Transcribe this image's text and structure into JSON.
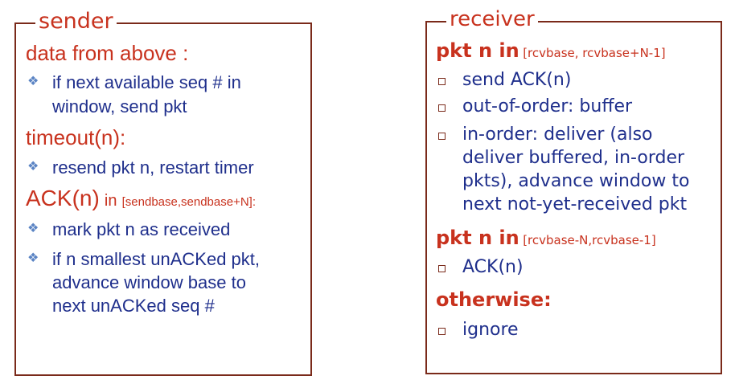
{
  "sender": {
    "title": "sender",
    "heading1": "data from above :",
    "item1_line1": "if next available seq # in",
    "item1_line2": "window, send pkt",
    "heading2": "timeout(n):",
    "item2": "resend pkt n, restart timer",
    "heading3": "ACK(n)",
    "heading3_in": "in",
    "heading3_range": "[sendbase,sendbase+N]:",
    "item3": "mark pkt n as received",
    "item4_line1": "if n smallest unACKed pkt,",
    "item4_line2": "advance window base to",
    "item4_line3": "next unACKed seq #"
  },
  "receiver": {
    "title": "receiver",
    "heading1": "pkt n in",
    "heading1_range": "[rcvbase, rcvbase+N-1]",
    "item1": "send ACK(n)",
    "item2": "out-of-order: buffer",
    "item3_line1": "in-order: deliver (also",
    "item3_line2": "deliver buffered, in-order",
    "item3_line3": "pkts), advance window to",
    "item3_line4": "next not-yet-received pkt",
    "heading2": "pkt n in",
    "heading2_range": "[rcvbase-N,rcvbase-1]",
    "item4": "ACK(n)",
    "heading3": "otherwise:",
    "item5": "ignore"
  },
  "colors": {
    "heading": "#c8321e",
    "body_text": "#1f2f8c",
    "border": "#7a2a1a",
    "diamond_bullet": "#5b84c4"
  },
  "icons": {
    "sender_bullet": "diamond-bullet-icon",
    "receiver_bullet": "square-bullet-icon"
  }
}
